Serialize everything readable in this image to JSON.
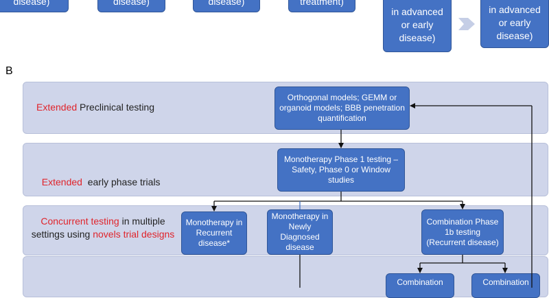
{
  "panel_a": {
    "boxes": [
      {
        "text": "disease)"
      },
      {
        "text": "disease)"
      },
      {
        "text": "disease)"
      },
      {
        "text": "treatment)"
      },
      {
        "text": "in advanced\nor early\ndisease)"
      },
      {
        "text": "in advanced\nor early\ndisease)"
      }
    ]
  },
  "panel_b": {
    "letter": "B",
    "bands": {
      "preclinical": {
        "highlight": "Extended",
        "rest": " Preclinical testing"
      },
      "early_phase": {
        "highlight": "Extended",
        "rest": "  early phase trials"
      },
      "concurrent": {
        "hl1": "Concurrent testing",
        "mid": " in multiple settings using ",
        "hl2": "novels trial designs"
      }
    },
    "boxes": {
      "orthogonal": "Orthogonal models;  GEMM or organoid models; BBB penetration quantification",
      "mono_phase1": "Monotherapy Phase 1 testing – Safety, Phase 0 or Window studies",
      "mono_recurrent": "Monotherapy in Recurrent disease*",
      "mono_newly": "Monotherapy in Newly Diagnosed disease",
      "combo_phase1b": "Combination Phase 1b testing (Recurrent disease)",
      "combo_left": "Combination",
      "combo_right": "Combination"
    }
  },
  "colors": {
    "box_fill": "#4472c4",
    "band_fill": "#cfd5ea",
    "highlight": "#e0242b"
  }
}
